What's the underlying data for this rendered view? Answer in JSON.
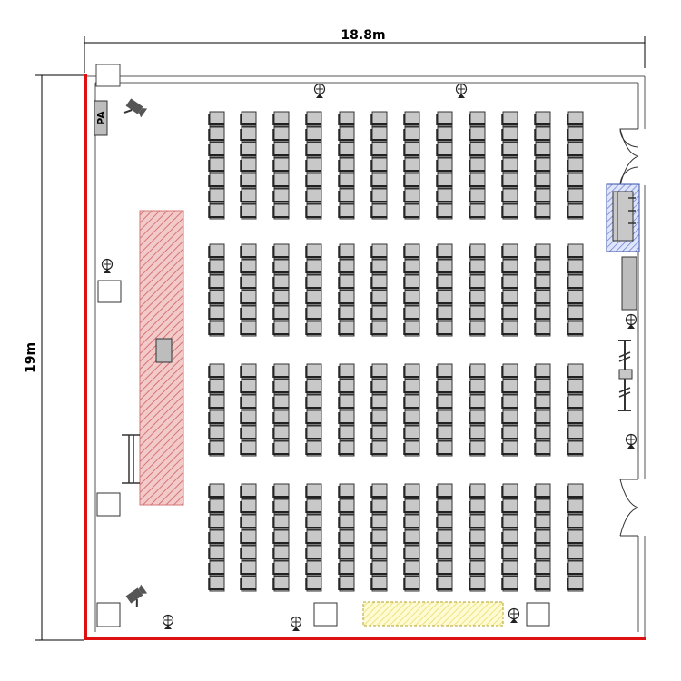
{
  "dimensions": {
    "width_label": "18.8m",
    "height_label": "19m"
  },
  "labels": {
    "pa": "PA"
  },
  "colors": {
    "wall": "#888888",
    "stage_wall": "#dd1111",
    "stage_hatch": "#e8a0a0",
    "seat_fill": "#c8c8c8",
    "bench_fill": "#fff7a8",
    "desk_fill": "#c9d3f2"
  },
  "icons": [
    "speaker-icon",
    "camera-icon",
    "microphone-icon",
    "door-icon",
    "pa-speaker-icon"
  ]
}
